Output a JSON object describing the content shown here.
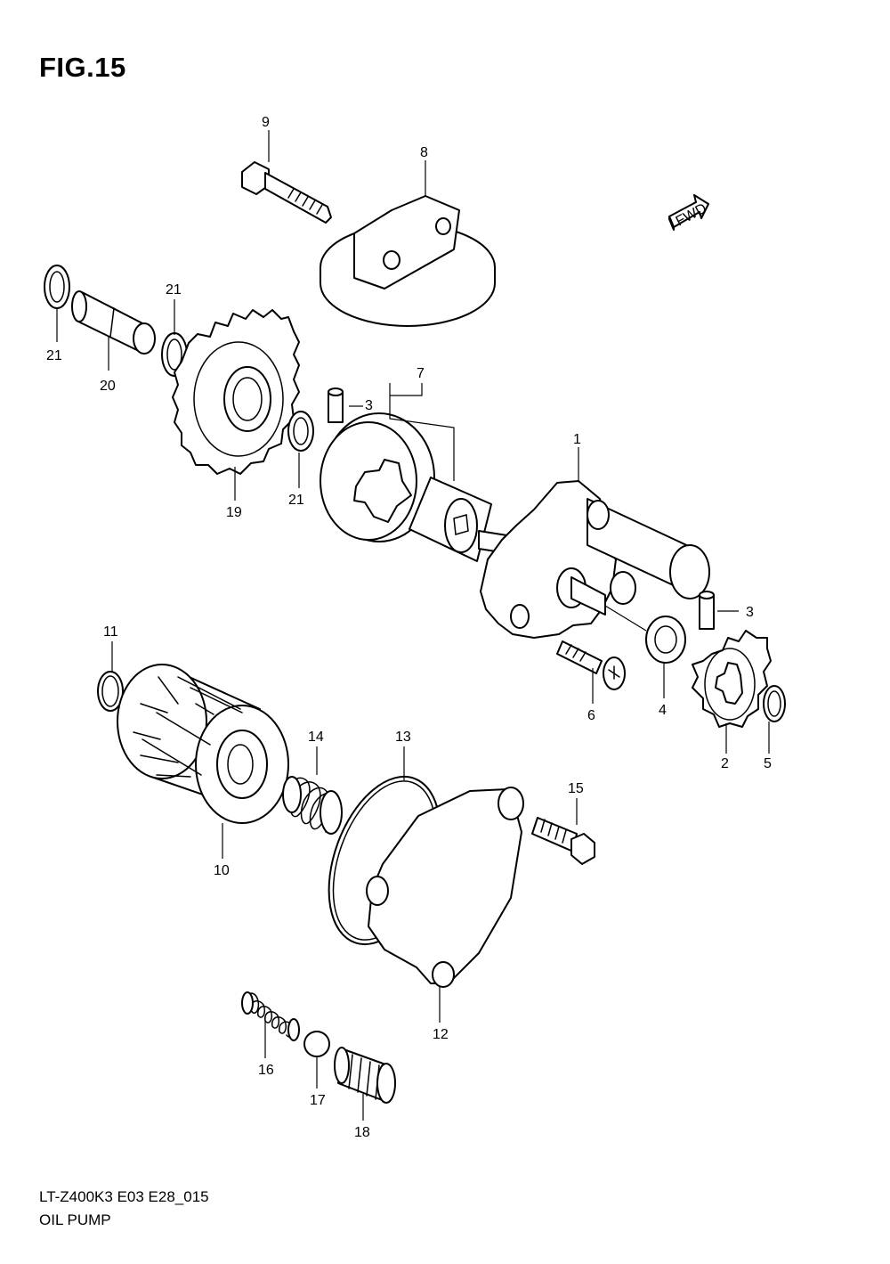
{
  "figure": {
    "title": "FIG.15",
    "model_code": "LT-Z400K3 E03 E28_015",
    "section_name": "OIL PUMP",
    "fwd_label": "FWD"
  },
  "callouts": [
    {
      "id": "callout-1",
      "label": "1"
    },
    {
      "id": "callout-2",
      "label": "2"
    },
    {
      "id": "callout-3a",
      "label": "3"
    },
    {
      "id": "callout-3b",
      "label": "3"
    },
    {
      "id": "callout-4",
      "label": "4"
    },
    {
      "id": "callout-5",
      "label": "5"
    },
    {
      "id": "callout-6",
      "label": "6"
    },
    {
      "id": "callout-7",
      "label": "7"
    },
    {
      "id": "callout-8",
      "label": "8"
    },
    {
      "id": "callout-9",
      "label": "9"
    },
    {
      "id": "callout-10",
      "label": "10"
    },
    {
      "id": "callout-11",
      "label": "11"
    },
    {
      "id": "callout-12",
      "label": "12"
    },
    {
      "id": "callout-13",
      "label": "13"
    },
    {
      "id": "callout-14",
      "label": "14"
    },
    {
      "id": "callout-15",
      "label": "15"
    },
    {
      "id": "callout-16",
      "label": "16"
    },
    {
      "id": "callout-17",
      "label": "17"
    },
    {
      "id": "callout-18",
      "label": "18"
    },
    {
      "id": "callout-19",
      "label": "19"
    },
    {
      "id": "callout-20",
      "label": "20"
    },
    {
      "id": "callout-21a",
      "label": "21"
    },
    {
      "id": "callout-21b",
      "label": "21"
    },
    {
      "id": "callout-21c",
      "label": "21"
    }
  ]
}
